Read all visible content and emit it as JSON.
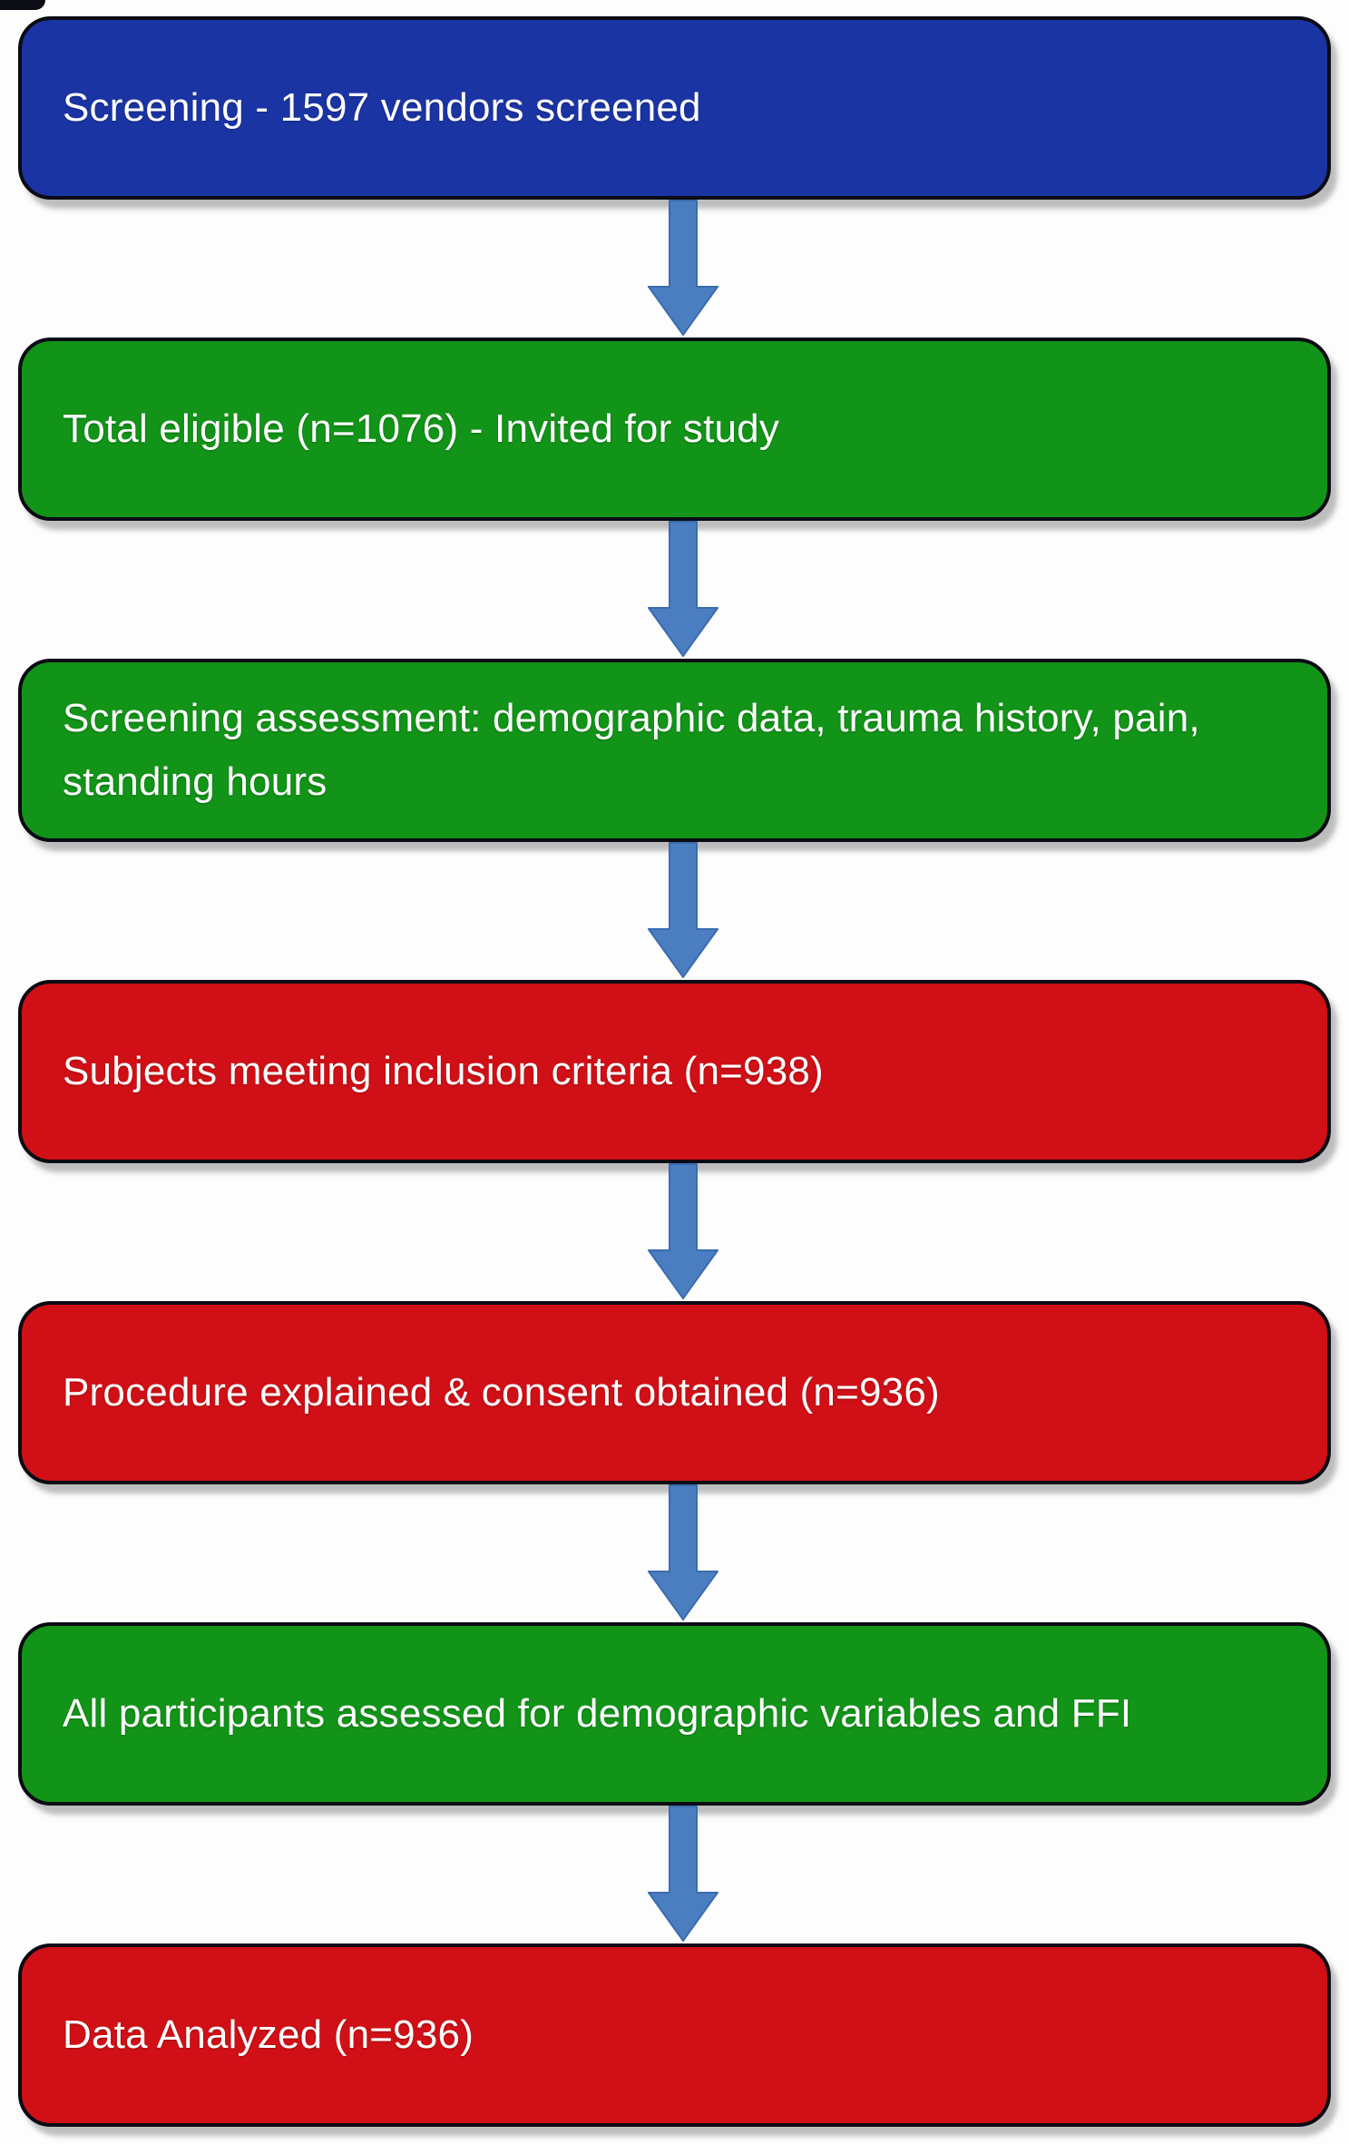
{
  "diagram": {
    "type": "flowchart",
    "direction": "top-down",
    "nodes": [
      {
        "label": "Screening - 1597 vendors screened",
        "color": "blue"
      },
      {
        "label": "Total eligible (n=1076) - Invited for study",
        "color": "green"
      },
      {
        "label": "Screening assessment: demographic data, trauma history, pain, standing hours",
        "color": "green"
      },
      {
        "label": "Subjects meeting inclusion criteria (n=938)",
        "color": "red"
      },
      {
        "label": "Procedure explained & consent obtained (n=936)",
        "color": "red"
      },
      {
        "label": "All participants assessed for demographic variables and FFI",
        "color": "green"
      },
      {
        "label": "Data Analyzed (n=936)",
        "color": "red"
      }
    ],
    "edges": [
      {
        "from": 0,
        "to": 1
      },
      {
        "from": 1,
        "to": 2
      },
      {
        "from": 2,
        "to": 3
      },
      {
        "from": 3,
        "to": 4
      },
      {
        "from": 4,
        "to": 5
      },
      {
        "from": 5,
        "to": 6
      }
    ],
    "colors": {
      "blue": "#1b34a4",
      "green": "#129418",
      "red": "#d01016",
      "box_border": "#0b0b14",
      "arrow_fill": "#4b7ec0",
      "arrow_stroke": "#3a6cae",
      "text": "#ffffff",
      "shadow": "rgba(125,125,125,0.5)",
      "background": "#fdfdfd"
    },
    "icons": {
      "connector": "arrow-down-icon"
    }
  }
}
